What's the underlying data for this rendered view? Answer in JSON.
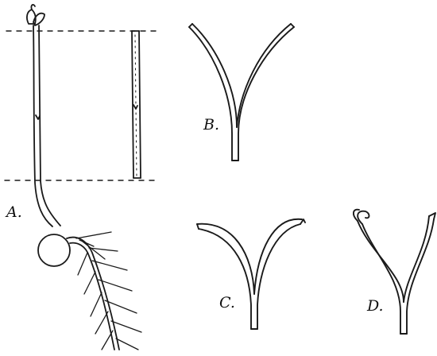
{
  "figure": {
    "labels": {
      "a": "A.",
      "b": "B.",
      "c": "C.",
      "d": "D."
    },
    "colors": {
      "ink": "#1a1a1a",
      "paper": "#ffffff"
    }
  }
}
